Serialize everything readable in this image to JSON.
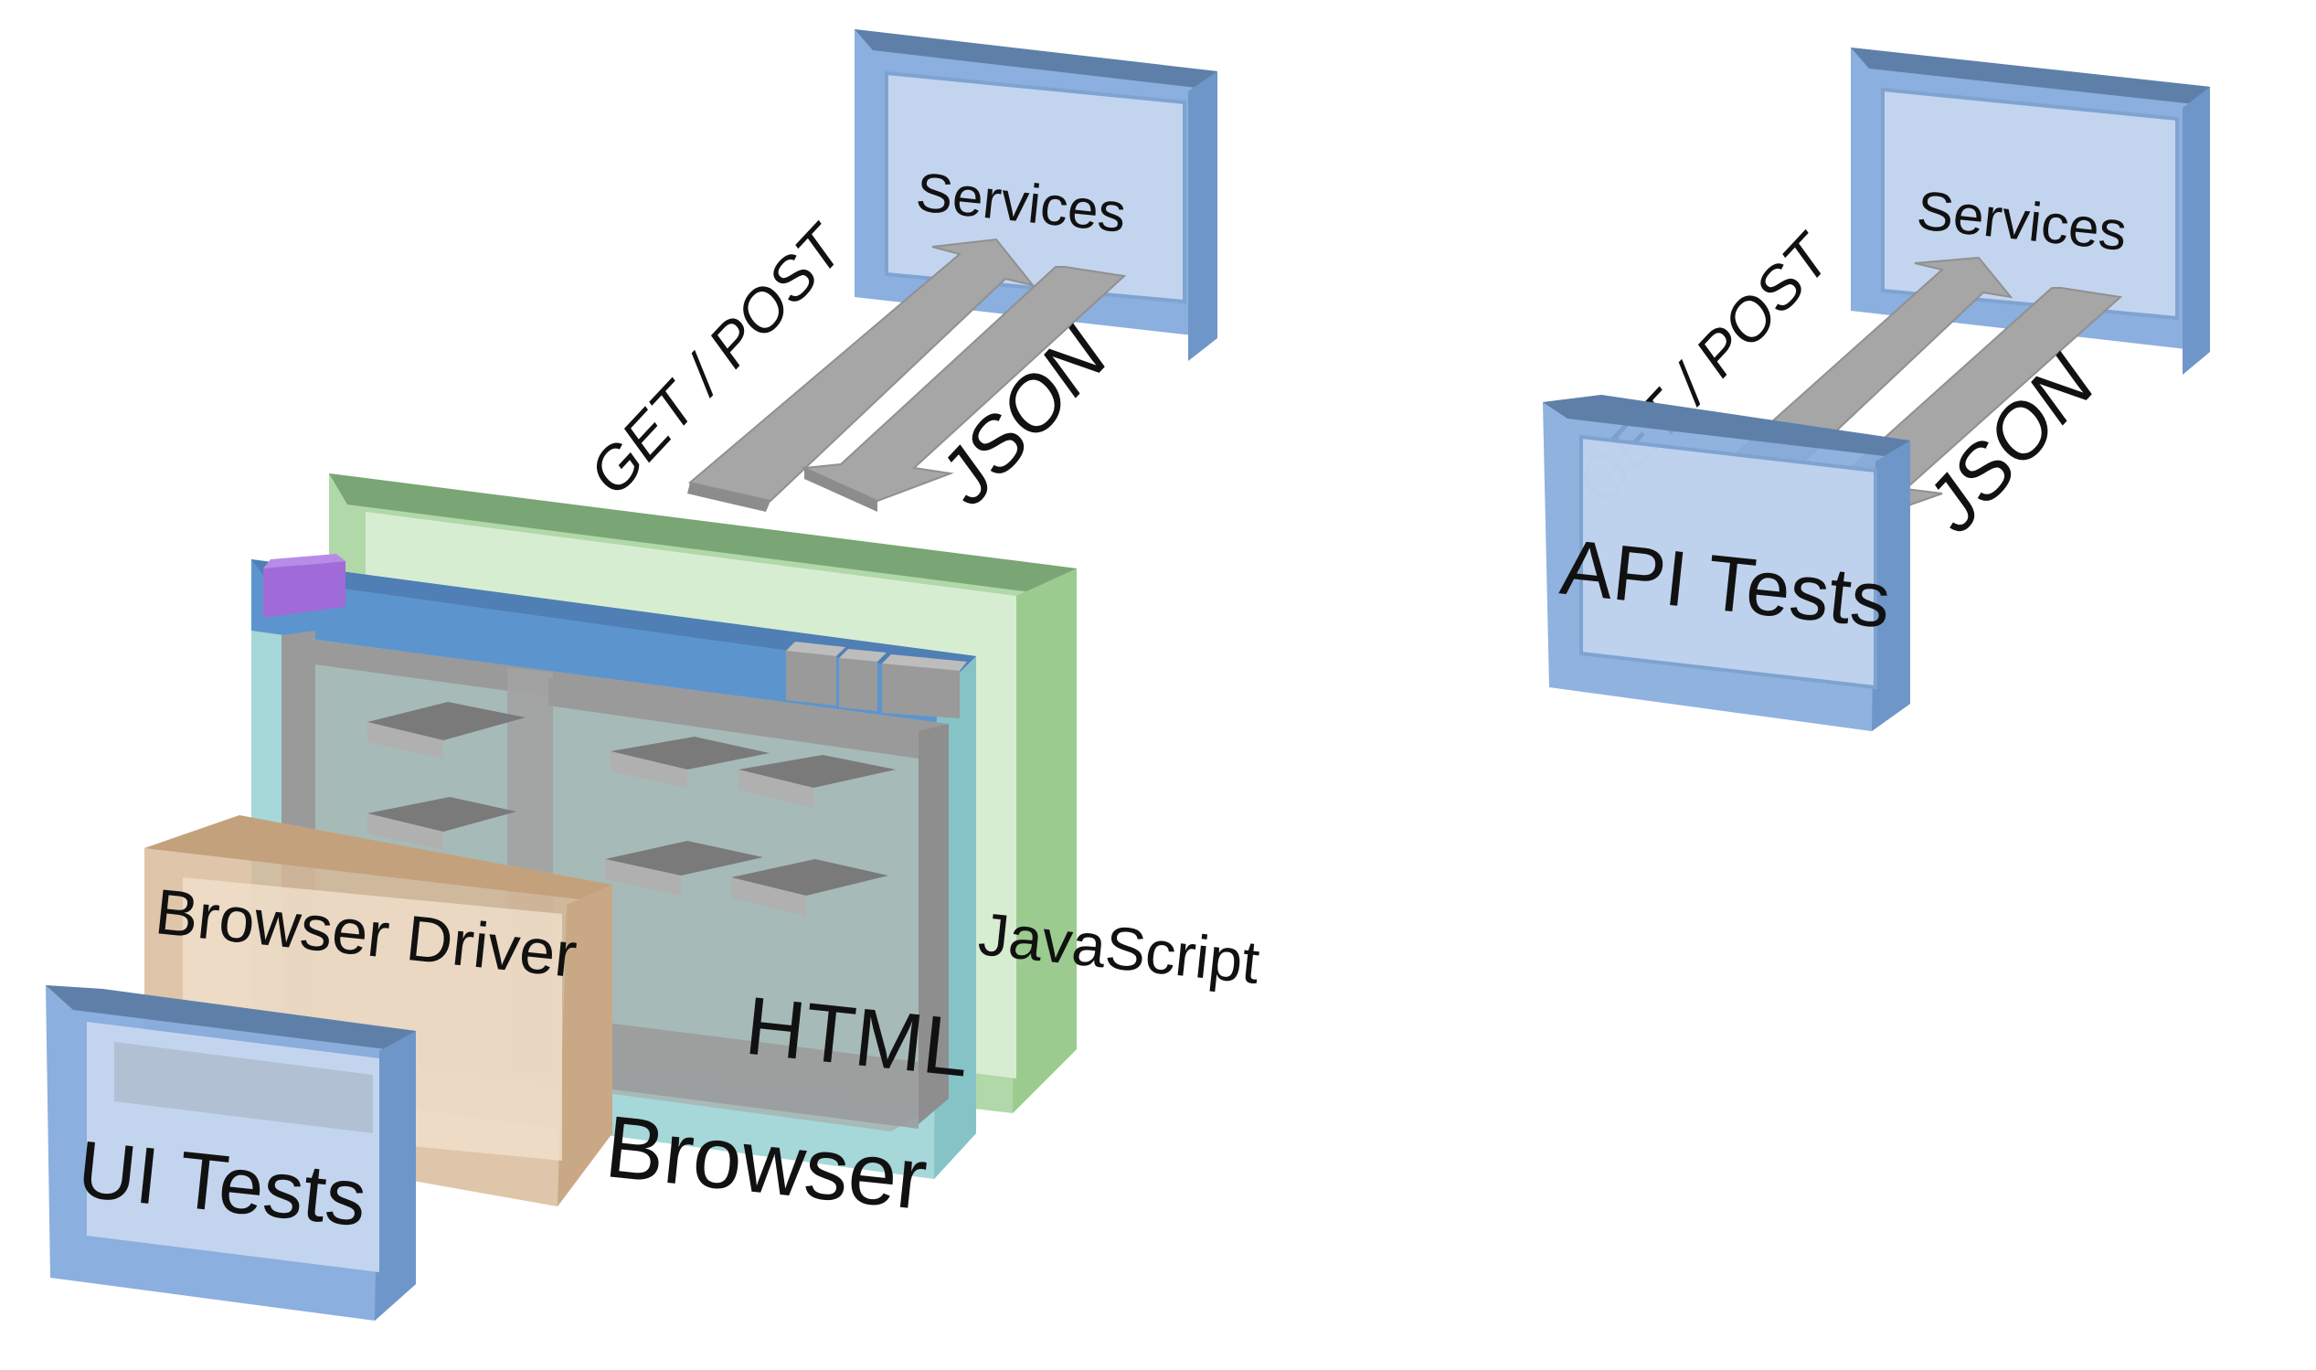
{
  "left_diagram": {
    "services_label": "Services",
    "request_label": "GET / POST",
    "response_label": "JSON",
    "javascript_label": "JavaScript",
    "html_label": "HTML",
    "browser_label": "Browser",
    "browser_driver_label": "Browser Driver",
    "ui_tests_label": "UI Tests"
  },
  "right_diagram": {
    "services_label": "Services",
    "request_label": "GET / POST",
    "response_label": "JSON",
    "api_tests_label": "API Tests"
  },
  "colors": {
    "services_blue": "#85ABDC",
    "javascript_green": "#A9D49E",
    "browser_teal": "#9ED4D6",
    "driver_tan": "#D8B896",
    "arrow_gray": "#A6A6A6",
    "widget_gray": "#7A7A7A",
    "menu_purple": "#A06BD8"
  }
}
